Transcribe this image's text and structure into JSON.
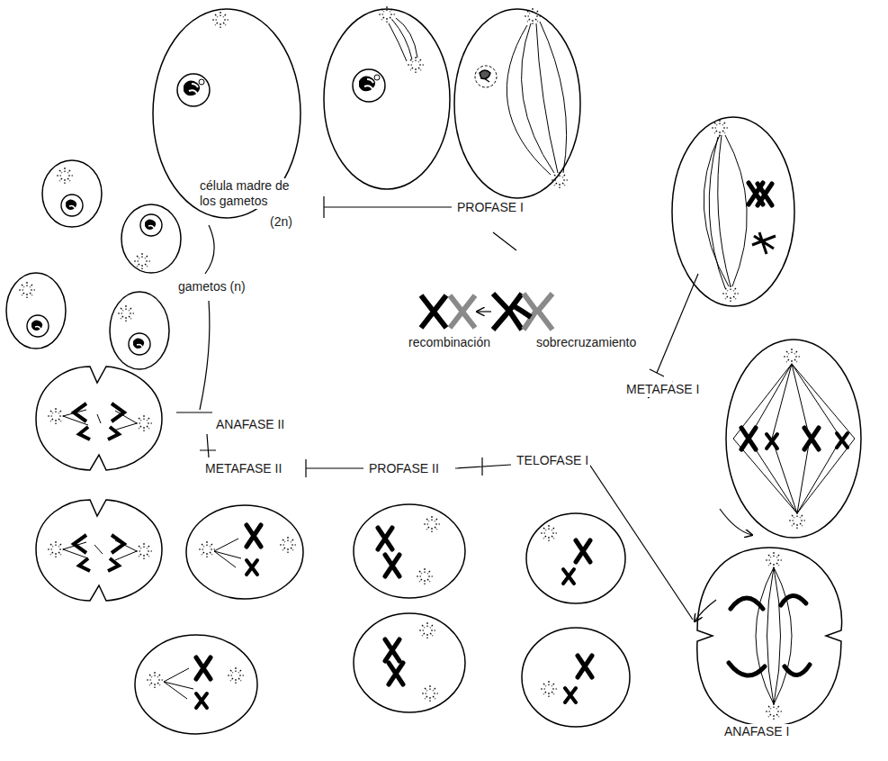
{
  "diagram": {
    "labels": [
      "célula madre de los gametos",
      "(2n)",
      "PROFASE I",
      "gametos (n)",
      "recombinación",
      "sobrecruzamiento",
      "METAFASE I",
      "ANAFASE II",
      "METAFASE II",
      "PROFASE II",
      "TELOFASE I",
      "ANAFASE I"
    ]
  }
}
